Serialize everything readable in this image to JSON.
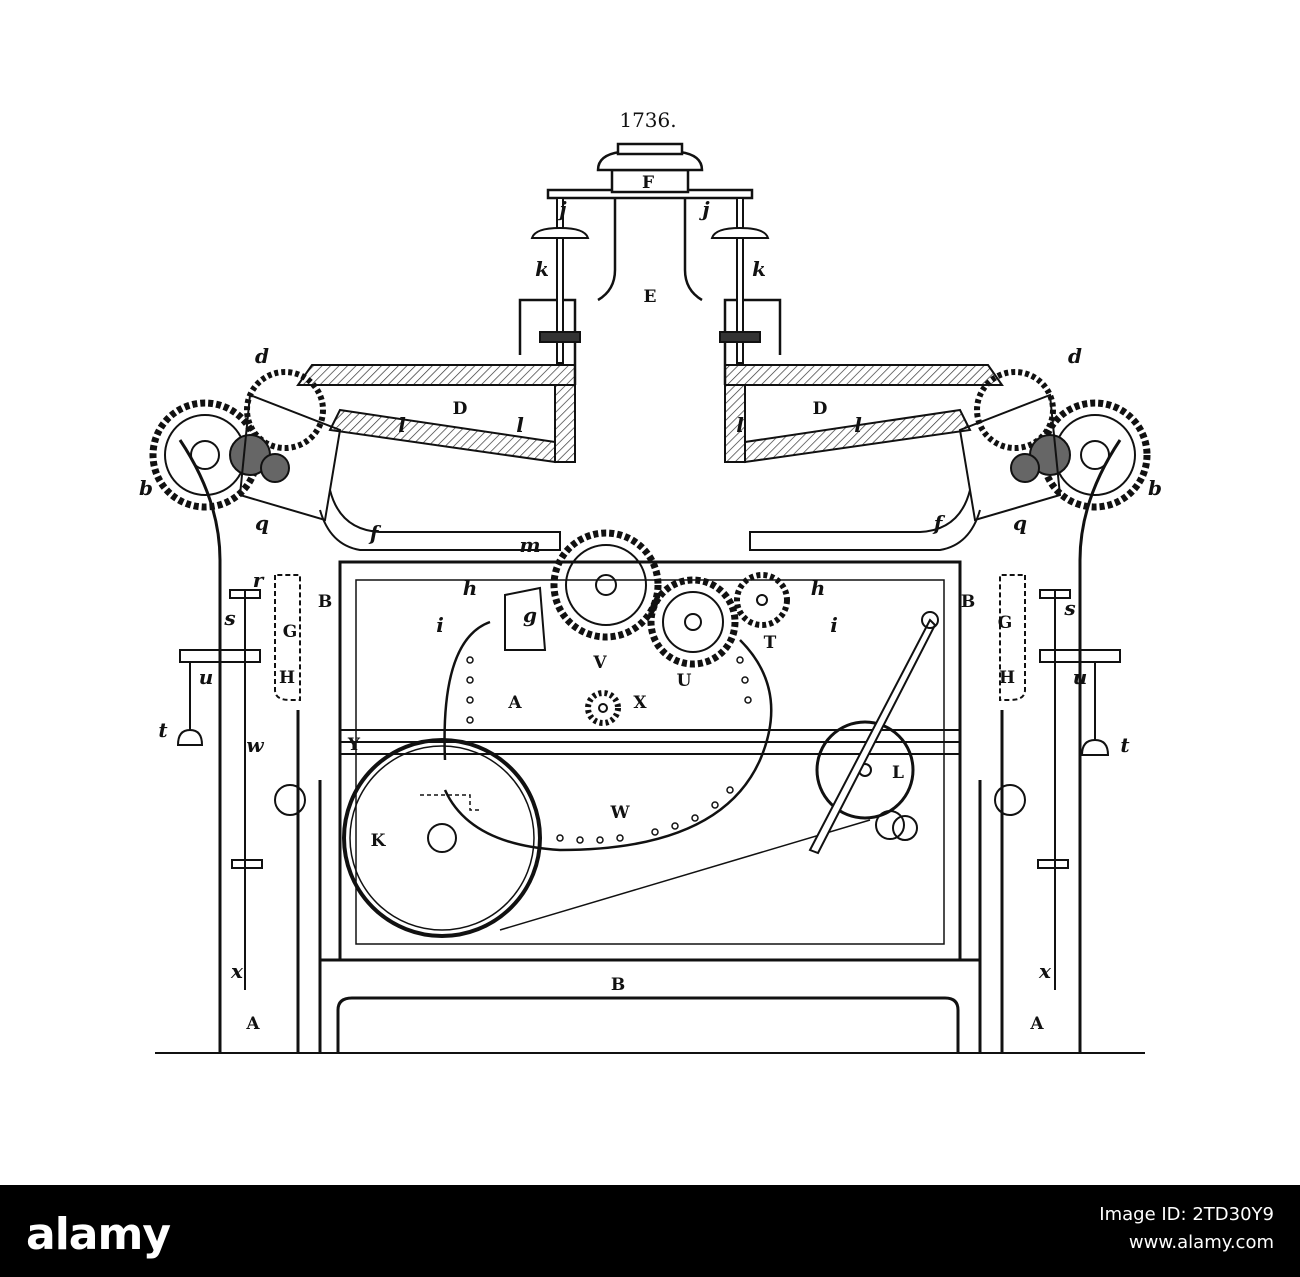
{
  "figure_number": "1736.",
  "labels": {
    "E": "E",
    "F": "F",
    "D_left": "D",
    "D_right": "D",
    "B_left": "B",
    "B_right": "B",
    "B_bottom": "B",
    "A_left": "A",
    "A_right": "A",
    "A_center": "A",
    "G_left": "G",
    "G_right": "G",
    "H_left": "H",
    "H_right": "H",
    "V": "V",
    "U": "U",
    "T": "T",
    "X": "X",
    "Y": "Y",
    "W": "W",
    "K": "K",
    "L": "L",
    "j_left": "j",
    "j_right": "j",
    "k_left": "k",
    "k_right": "k",
    "l_1": "l",
    "l_2": "l",
    "l_3": "l",
    "l_4": "l",
    "d_left": "d",
    "d_right": "d",
    "b_left": "b",
    "b_right": "b",
    "q_left": "q",
    "q_right": "q",
    "f_left": "f",
    "f_right": "f",
    "h_left": "h",
    "h_right": "h",
    "i_left": "i",
    "i_right": "i",
    "g": "g",
    "m": "m",
    "r": "r",
    "s_left": "s",
    "s_right": "s",
    "u_left": "u",
    "u_right": "u",
    "t_left": "t",
    "t_right": "t",
    "w_left": "w",
    "x_left": "x",
    "x_right": "x"
  },
  "footer": {
    "logo": "alamy",
    "image_id": "Image ID: 2TD30Y9",
    "url": "www.alamy.com"
  }
}
